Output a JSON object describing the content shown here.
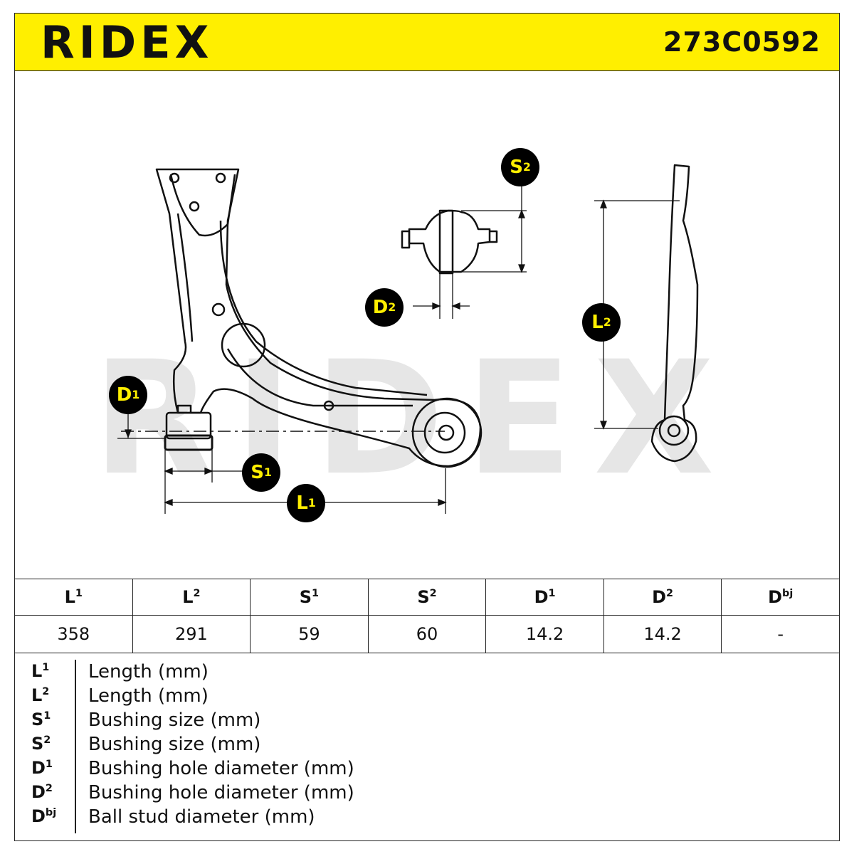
{
  "header": {
    "brand": "RIDEX",
    "part_number": "273C0592"
  },
  "watermark": "RIDEX",
  "badges": {
    "s2": {
      "base": "S",
      "sup": "2"
    },
    "d2": {
      "base": "D",
      "sup": "2"
    },
    "l2": {
      "base": "L",
      "sup": "2"
    },
    "d1": {
      "base": "D",
      "sup": "1"
    },
    "s1": {
      "base": "S",
      "sup": "1"
    },
    "l1": {
      "base": "L",
      "sup": "1"
    }
  },
  "specs": {
    "columns": [
      {
        "base": "L",
        "sup": "1"
      },
      {
        "base": "L",
        "sup": "2"
      },
      {
        "base": "S",
        "sup": "1"
      },
      {
        "base": "S",
        "sup": "2"
      },
      {
        "base": "D",
        "sup": "1"
      },
      {
        "base": "D",
        "sup": "2"
      },
      {
        "base": "D",
        "sup": "bj"
      }
    ],
    "values": [
      "358",
      "291",
      "59",
      "60",
      "14.2",
      "14.2",
      "-"
    ]
  },
  "legend": [
    {
      "base": "L",
      "sup": "1",
      "desc": "Length (mm)"
    },
    {
      "base": "L",
      "sup": "2",
      "desc": "Length (mm)"
    },
    {
      "base": "S",
      "sup": "1",
      "desc": "Bushing size (mm)"
    },
    {
      "base": "S",
      "sup": "2",
      "desc": "Bushing size (mm)"
    },
    {
      "base": "D",
      "sup": "1",
      "desc": "Bushing hole diameter (mm)"
    },
    {
      "base": "D",
      "sup": "2",
      "desc": "Bushing hole diameter (mm)"
    },
    {
      "base": "D",
      "sup": "bj",
      "desc": "Ball stud diameter (mm)"
    }
  ],
  "colors": {
    "brand_yellow": "#ffef00",
    "ink": "#111111",
    "watermark": "#e6e6e6"
  }
}
